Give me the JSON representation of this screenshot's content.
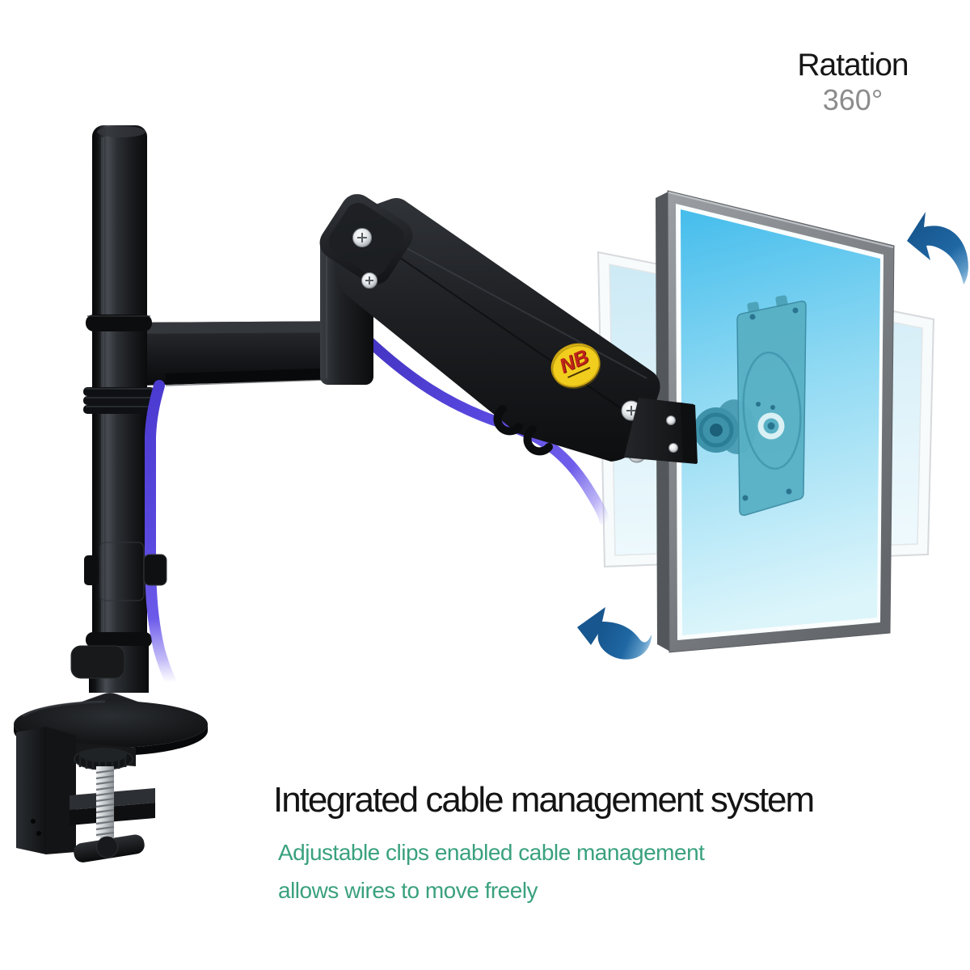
{
  "annotations": {
    "rotation": {
      "label": "Ratation",
      "value": "360°"
    },
    "cable_management": {
      "heading": "Integrated cable management system",
      "description_line1": "Adjustable clips enabled cable management",
      "description_line2": "allows wires to move freely"
    }
  },
  "brand": {
    "logo_text": "NB"
  },
  "illustration": {
    "subject": "single monitor desk mount gas-spring arm with integrated cable routing",
    "parts": [
      "monitor-screen",
      "ghost-rotated-monitor",
      "vesa-plate",
      "ball-joint",
      "gas-spring-arm",
      "elbow-joint",
      "horizontal-arm",
      "pole",
      "desk-c-clamp",
      "clamp-screw-with-spring",
      "t-handle-knob",
      "purple-cable",
      "cable-clips",
      "rotation-arrow-top",
      "rotation-arrow-bottom",
      "nb-brand-badge"
    ],
    "icons": {
      "rotation_arrow_top": "curved-arrow-counterclockwise",
      "rotation_arrow_bottom": "curved-arrow-counterclockwise"
    }
  },
  "colors": {
    "background": "#ffffff",
    "heading_text": "#141414",
    "subheading_text": "#3aa17e",
    "rotation_label_text": "#161616",
    "rotation_value_text": "#8c8c8c",
    "arm_black": "#1a1b1e",
    "screen_top": "#45bdec",
    "screen_bottom": "#dcf5fb",
    "ghost_screen": "#d8f0f9",
    "vesa_plate_teal": "#58b0c4",
    "cable_purple": "#5847de",
    "arrow_blue": "#1c5c97",
    "logo_yellow": "#f1cd1d",
    "logo_red": "#c0241a",
    "frame_gray": "#7a7e82"
  }
}
